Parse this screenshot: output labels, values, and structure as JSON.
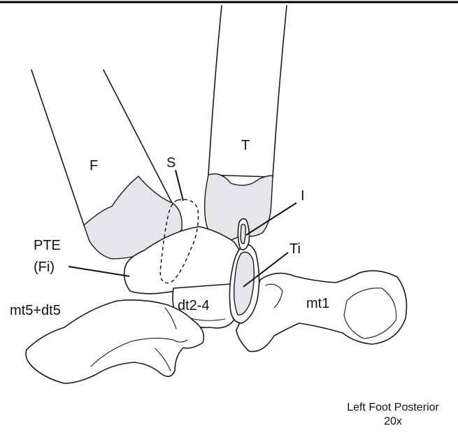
{
  "labels": {
    "fibula": "F",
    "tibia": "T",
    "s": "S",
    "i": "I",
    "pte": "PTE",
    "pte_sub": "(Fi)",
    "ti": "Ti",
    "dt": "dt2-4",
    "mt1": "mt1",
    "mt5": "mt5+dt5"
  },
  "caption": {
    "line1": "Left Foot Posterior",
    "line2": "20x"
  },
  "colors": {
    "cartilage": "#e6e6ea",
    "outline": "#1a1a1a",
    "frame_line": "#000000"
  }
}
